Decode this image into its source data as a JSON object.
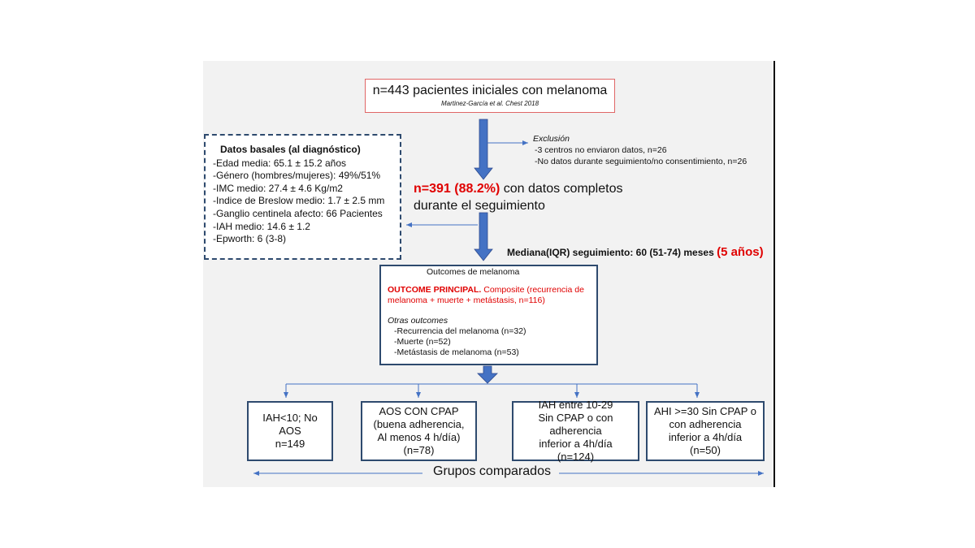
{
  "top_box": {
    "title": "n=443 pacientes iniciales con melanoma",
    "citation": "Martinez-García et al. Chest 2018"
  },
  "exclusion": {
    "heading": "Exclusión",
    "items": [
      "-3 centros no enviaron datos, n=26",
      "-No datos durante seguimiento/no consentimiento, n=26"
    ]
  },
  "basal": {
    "heading": "Datos basales (al diagnóstico)",
    "items": [
      "-Edad media: 65.1 ± 15.2 años",
      "-Género (hombres/mujeres): 49%/51%",
      "-IMC medio: 27.4 ± 4.6 Kg/m2",
      "-Indice de Breslow medio: 1.7 ±  2.5 mm",
      "-Ganglio centinela afecto: 66 Pacientes",
      "-IAH medio: 14.6 ± 1.2",
      "-Epworth: 6 (3-8)"
    ]
  },
  "complete": {
    "highlight": "n=391 (88.2%)",
    "rest_line1": " con datos completos",
    "line2": "durante el seguimiento"
  },
  "followup": {
    "text": "Mediana(IQR) seguimiento: 60 (51-74) meses ",
    "highlight": "(5 años)"
  },
  "outcomes": {
    "heading": "Outcomes de melanoma",
    "principal_label": "OUTCOME PRINCIPAL.",
    "principal_text": " Composite (recurrencia de melanoma + muerte + metástasis, n=116)",
    "otras_heading": "Otras outcomes",
    "otras_items": [
      "-Recurrencia del melanoma (n=32)",
      "-Muerte (n=52)",
      "-Metástasis de melanoma (n=53)"
    ]
  },
  "groups": [
    {
      "lines": [
        "IAH<10; No",
        "AOS",
        "n=149"
      ]
    },
    {
      "lines": [
        "AOS CON CPAP",
        "(buena adherencia,",
        "Al menos 4 h/día)",
        "(n=78)"
      ]
    },
    {
      "lines": [
        "IAH entre 10-29",
        "Sin CPAP o con adherencia",
        "inferior a 4h/día",
        "(n=124)"
      ]
    },
    {
      "lines": [
        "AHI >=30 Sin CPAP o",
        "con adherencia",
        "inferior a 4h/día",
        "(n=50)"
      ]
    }
  ],
  "footer": {
    "label": "Grupos comparados"
  },
  "colors": {
    "arrow_blue": "#4472c4",
    "box_border": "#2e4a6e",
    "highlight_red": "#e00000",
    "top_border": "#e06666"
  }
}
